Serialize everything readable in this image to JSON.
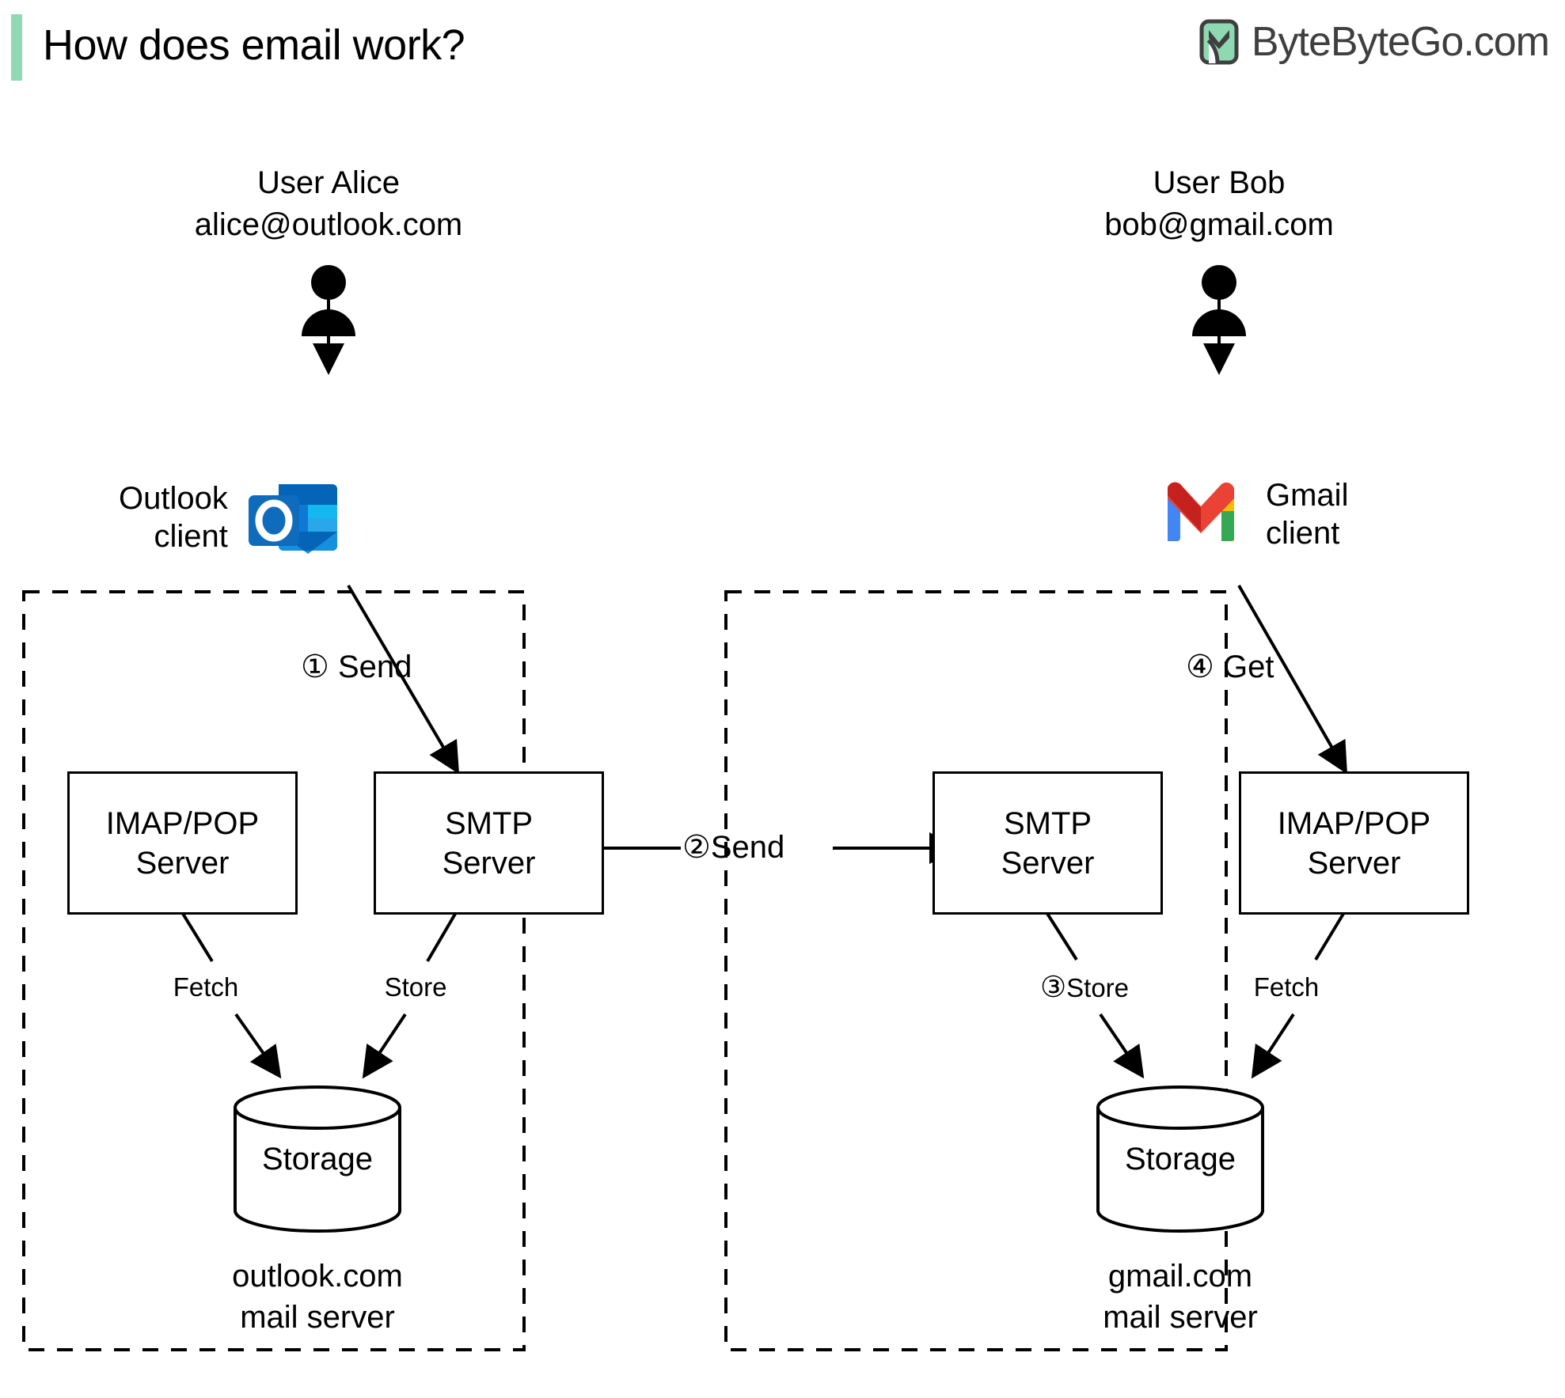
{
  "header": {
    "title": "How does email work?",
    "accent_color": "#8ed9b2",
    "brand": {
      "name": "ByteByteGo.com",
      "icon": "bytebytego-logo-icon",
      "text_color": "#3f3f3f"
    }
  },
  "left_side": {
    "user": {
      "name": "User Alice",
      "email": "alice@outlook.com",
      "icon": "person-icon"
    },
    "client": {
      "label_line1": "Outlook",
      "label_line2": "client",
      "icon": "outlook-icon"
    },
    "step": {
      "number": "①",
      "label": "Send"
    },
    "mail_server": {
      "caption_line1": "outlook.com",
      "caption_line2": "mail server",
      "boxes": [
        {
          "line1": "IMAP/POP",
          "line2": "Server"
        },
        {
          "line1": "SMTP",
          "line2": "Server"
        }
      ],
      "edge_labels": [
        "Fetch",
        "Store"
      ],
      "storage": "Storage"
    }
  },
  "middle": {
    "step": {
      "number": "②",
      "label": "Send"
    }
  },
  "right_side": {
    "user": {
      "name": "User Bob",
      "email": "bob@gmail.com",
      "icon": "person-icon"
    },
    "client": {
      "label_line1": "Gmail",
      "label_line2": "client",
      "icon": "gmail-icon"
    },
    "step": {
      "number": "④",
      "label": "Get"
    },
    "mail_server": {
      "caption_line1": "gmail.com",
      "caption_line2": "mail server",
      "boxes": [
        {
          "line1": "SMTP",
          "line2": "Server"
        },
        {
          "line1": "IMAP/POP",
          "line2": "Server"
        }
      ],
      "edge_labels": [
        "Store",
        "Fetch"
      ],
      "store_step_number": "③",
      "storage": "Storage"
    }
  }
}
